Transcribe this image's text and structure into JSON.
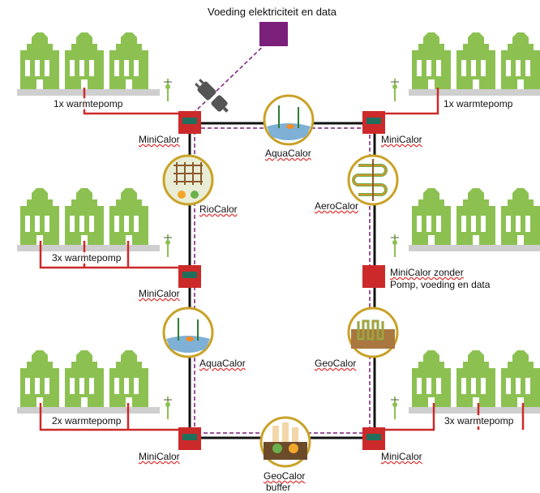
{
  "title": "Voeding elektriciteit en data",
  "labels": {
    "hp_top_left": "1x warmtepomp",
    "hp_top_right": "1x warmtepomp",
    "hp_mid_left": "3x warmtepomp",
    "hp_bot_left": "2x warmtepomp",
    "hp_bot_right": "3x warmtepomp",
    "minicalor_tl": "MiniCalor",
    "minicalor_tr": "MiniCalor",
    "minicalor_ml": "MiniCalor",
    "minicalor_mr_1": "MiniCalor zonder",
    "minicalor_mr_2": "Pomp, voeding en data",
    "minicalor_bl": "MiniCalor",
    "minicalor_br": "MiniCalor",
    "aquacalor_top": "AquaCalor",
    "riocalor": "RioCalor",
    "aerocalor": "AeroCalor",
    "aquacalor_left": "AquaCalor",
    "geocalor": "GeoCalor",
    "geocalor_buffer_1": "GeoCalor",
    "geocalor_buffer_2": "buffer"
  },
  "colors": {
    "house": "#8cc152",
    "pipe_red": "#cc2a2a",
    "loop": "#111111",
    "data_line": "#7a1f7a",
    "power_box": "#7a1f7a",
    "minicalor_box": "#cc2a2a",
    "minicalor_screen": "#1f6f5c",
    "icon_ring": "#c9a227"
  },
  "icons": [
    "plug-icon",
    "aquacalor-icon",
    "riocalor-icon",
    "aerocalor-icon",
    "geocalor-icon",
    "geocalor-buffer-icon"
  ]
}
